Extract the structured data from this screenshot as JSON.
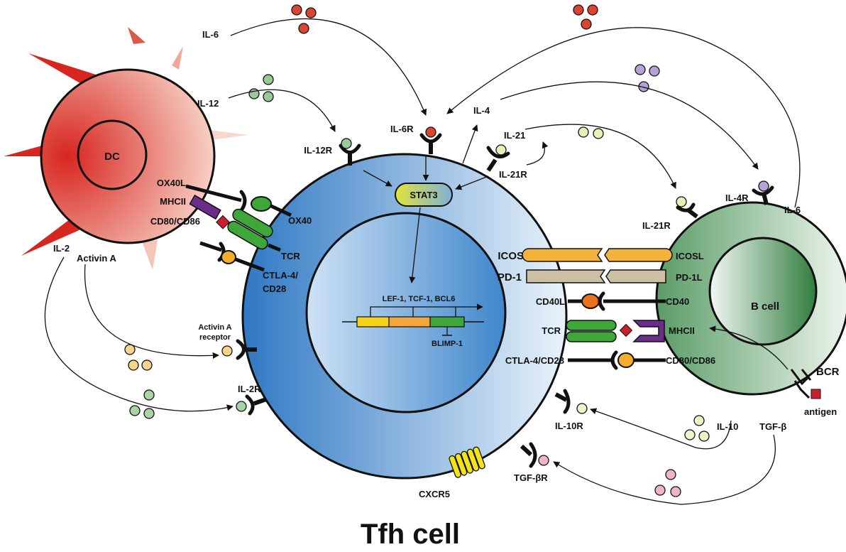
{
  "title": "Tfh cell",
  "colors": {
    "il6": "#d9452e",
    "il12": "#9dc99a",
    "il4": "#b3a3d6",
    "il21": "#e8f0b8",
    "il2": "#a9d3a4",
    "activinA": "#f6d58a",
    "il10": "#eef3c8",
    "tgfb": "#efb4c9",
    "tcr": "#3fa63a",
    "ox40": "#3fa63a",
    "cd28": "#f0ae2b",
    "mhc": "#6b2d8a",
    "antigen": "#cc1f2e",
    "icos": "#f3b23a",
    "pd1": "#cdbfa3",
    "cd40": "#e8701e",
    "cxcr5": "#f3e41a",
    "lef1": "#f7d21a",
    "tcf1": "#f3a63c",
    "bcl6": "#3fa63a"
  },
  "cells": {
    "dc": "DC",
    "bcell": "B cell"
  },
  "dc_labels": {
    "ox40l": "OX40L",
    "mhcii": "MHCII",
    "cd80": "CD80/CD86",
    "il2": "IL-2",
    "activinA": "Activin A"
  },
  "cytokines": {
    "il6_top": "IL-6",
    "il12": "IL-12",
    "il4": "IL-4",
    "il21": "IL-21",
    "il6_b": "IL-6",
    "il10": "IL-10",
    "tgfb": "TGF-β"
  },
  "receptors": {
    "il12r": "IL-12R",
    "il6r": "IL-6R",
    "il21r_t": "IL-21R",
    "il21r_b": "IL-21R",
    "il4r": "IL-4R",
    "activinAr_1": "Activin A",
    "activinAr_2": "receptor",
    "il2r": "IL-2R",
    "il10r": "IL-10R",
    "tgfbr": "TGF-βR",
    "cxcr5": "CXCR5"
  },
  "tfh_surface": {
    "ox40": "OX40",
    "tcr_left": "TCR",
    "ctla4_1": "CTLA-4/",
    "ctla4_2": "CD28",
    "icos": "ICOS",
    "pd1": "PD-1",
    "cd40l": "CD40L",
    "tcr_right": "TCR",
    "ctla4_right": "CTLA-4/CD28"
  },
  "bcell_surface": {
    "icosl": "ICOSL",
    "pd1l": "PD-1L",
    "cd40": "CD40",
    "mhcii": "MHCII",
    "cd80": "CD80/CD86",
    "bcr": "BCR",
    "antigen": "antigen"
  },
  "nucleus": {
    "stat3": "STAT3",
    "genes": "LEF-1, TCF-1, BCL6",
    "blimp1": "BLIMP-1"
  }
}
